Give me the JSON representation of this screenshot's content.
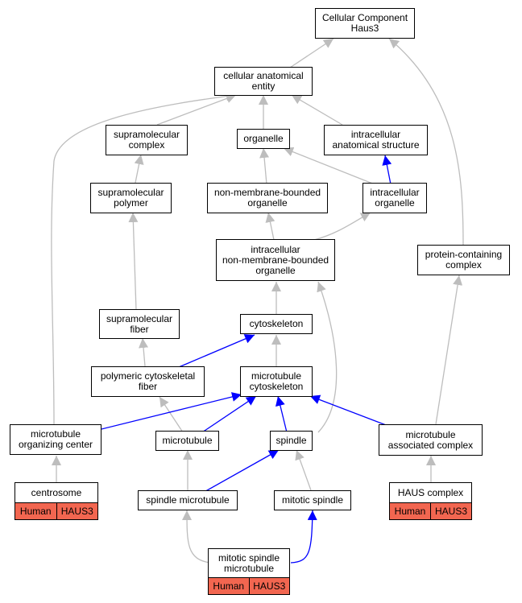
{
  "nodes": {
    "root": "Cellular Component\nHaus3",
    "cae": "cellular anatomical\nentity",
    "supcomplex": "supramolecular\ncomplex",
    "organelle": "organelle",
    "ias": "intracellular\nanatomical structure",
    "suppolymer": "supramolecular\npolymer",
    "nmbo": "non-membrane-bounded\norganelle",
    "io": "intracellular\norganelle",
    "inmbo": "intracellular\nnon-membrane-bounded\norganelle",
    "pcc": "protein-containing\ncomplex",
    "supfiber": "supramolecular\nfiber",
    "cytoskeleton": "cytoskeleton",
    "pcf": "polymeric cytoskeletal\nfiber",
    "mtcyto": "microtubule\ncytoskeleton",
    "mtoc": "microtubule\norganizing center",
    "microtubule": "microtubule",
    "spindle": "spindle",
    "mac": "microtubule\nassociated complex",
    "centrosome": "centrosome",
    "spindlemt": "spindle microtubule",
    "mitspindle": "mitotic spindle",
    "haus": "HAUS complex",
    "msm": "mitotic spindle\nmicrotubule"
  },
  "annotations": {
    "species": "Human",
    "gene": "HAUS3"
  },
  "colors": {
    "is_a_edge": "#bdbdbd",
    "part_of_edge": "#0000ff",
    "annotation_fill": "#f26650"
  }
}
